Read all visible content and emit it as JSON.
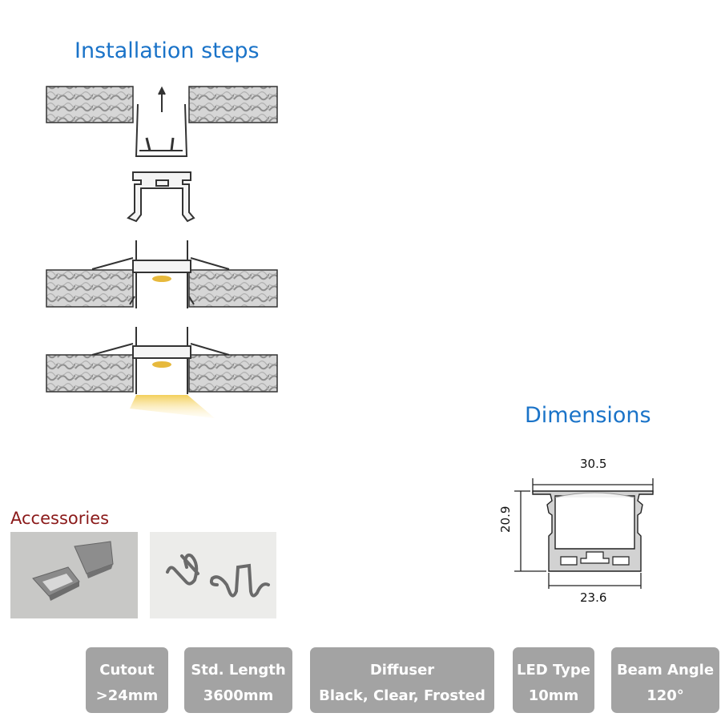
{
  "titles": {
    "installation": "Installation steps",
    "dimensions": "Dimensions",
    "accessories": "Accessories"
  },
  "dimensions": {
    "top_width": "30.5",
    "height": "20.9",
    "bottom_width": "23.6"
  },
  "specs": [
    {
      "label": "Cutout",
      "value": ">24mm"
    },
    {
      "label": "Std. Length",
      "value": "3600mm"
    },
    {
      "label": "Diffuser",
      "value": "Black, Clear, Frosted"
    },
    {
      "label": "LED Type",
      "value": "10mm"
    },
    {
      "label": "Beam Angle",
      "value": "120°"
    }
  ],
  "colors": {
    "title_blue": "#1a73c8",
    "accessories_red": "#8b1a1a",
    "spec_bg": "#a3a3a3",
    "light_glow": "#f5d36a"
  }
}
